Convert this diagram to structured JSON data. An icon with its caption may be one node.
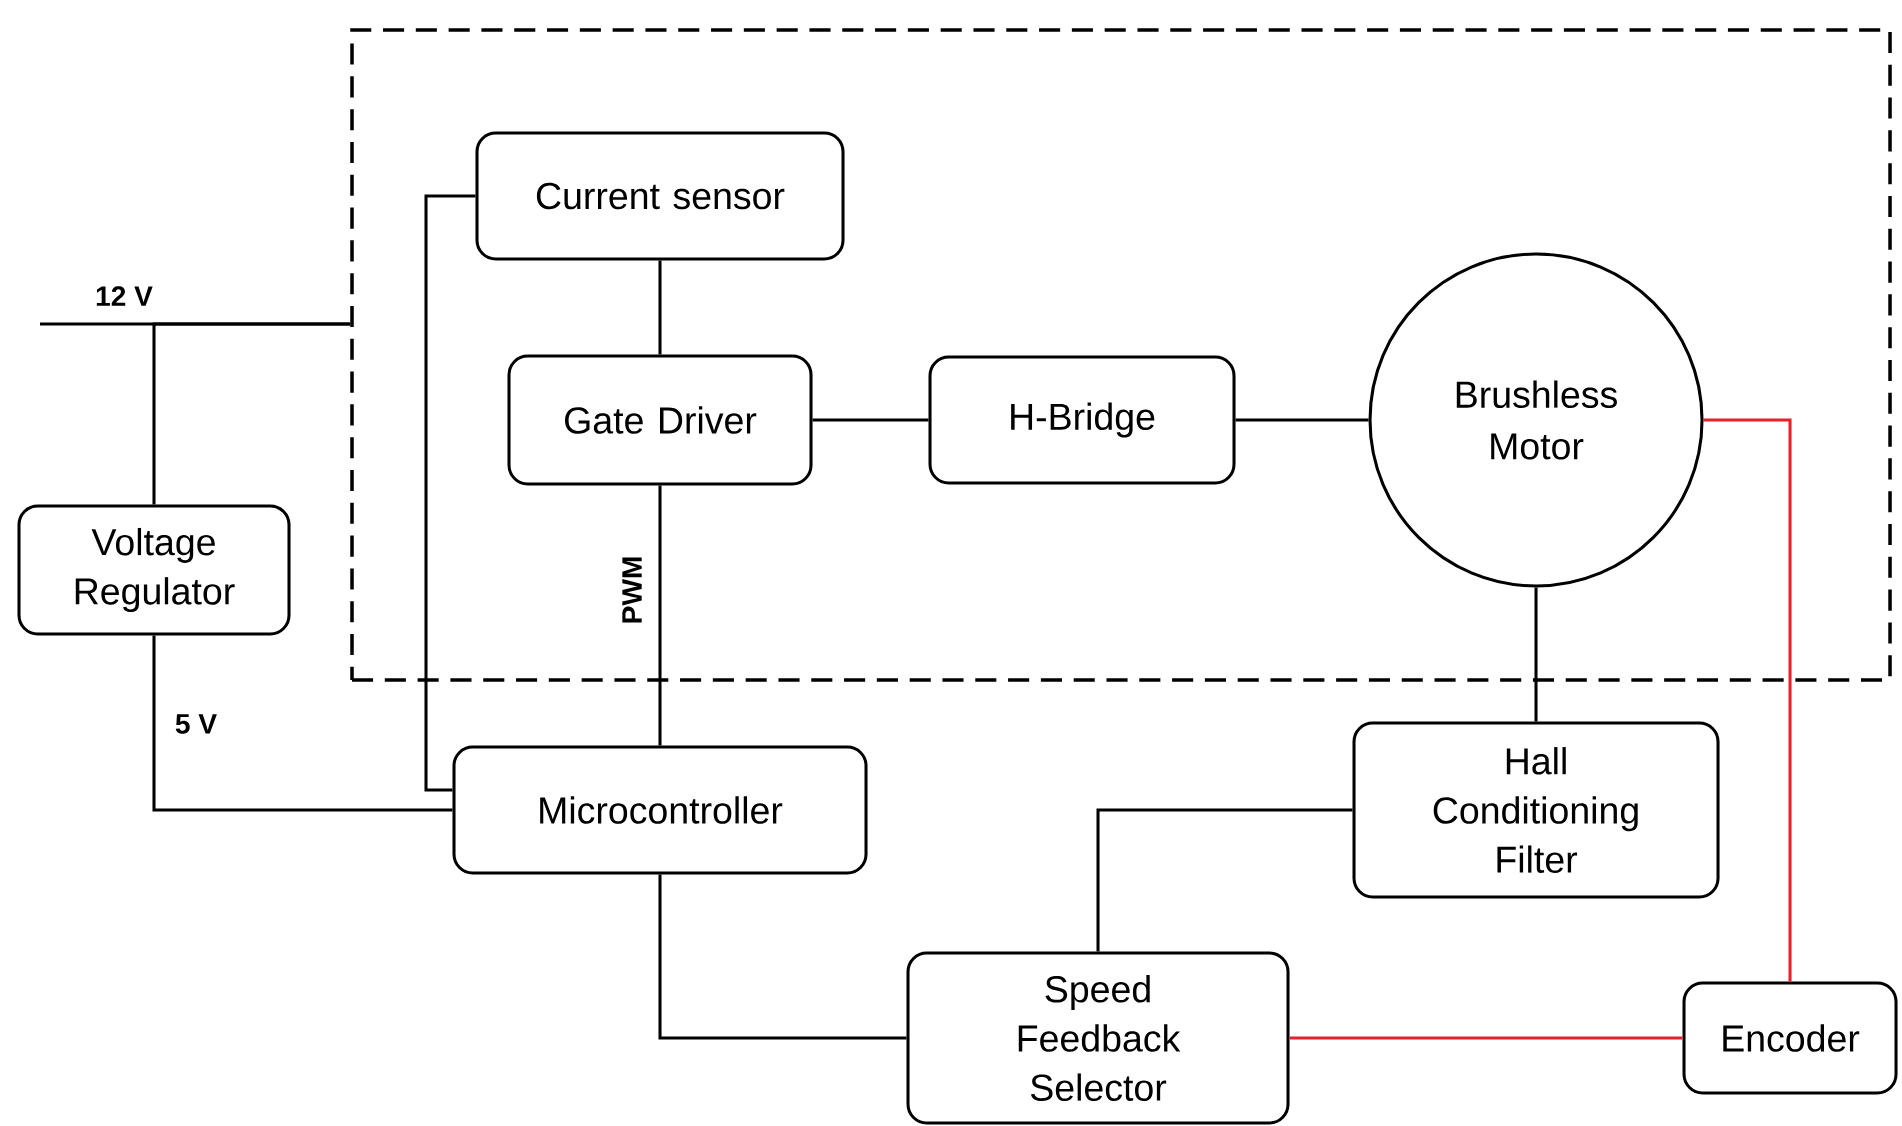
{
  "diagram": {
    "nodes": [
      {
        "text": [],
        "shape": "box"
      },
      {
        "text": [
          "Current sensor"
        ],
        "in": 0
      },
      {
        "text": [
          "Gate Driver"
        ],
        "in": 0
      },
      {
        "text": [
          "H-Bridge"
        ],
        "in": 0
      },
      {
        "text": [
          "Brushless Motor"
        ],
        "in": 0
      },
      {
        "text": [
          "Voltage Regulator"
        ]
      },
      {
        "text": [
          "Microcontroller"
        ]
      },
      {
        "text": [
          "Hall Conditioning Filter"
        ]
      },
      {
        "text": [
          "Speed Feedback Selector"
        ]
      },
      {
        "text": [
          "Encoder"
        ]
      }
    ],
    "edges": [
      {
        "from": null,
        "to": 0,
        "arrow": "none",
        "label": "12 V"
      },
      {
        "from": 5,
        "to": 0,
        "arrow": "none"
      },
      {
        "from": 5,
        "to": 6,
        "arrow": "none",
        "label": "5 V"
      },
      {
        "from": 1,
        "to": 6,
        "arrow": "none"
      },
      {
        "from": 1,
        "to": 2,
        "arrow": "none"
      },
      {
        "from": 2,
        "to": 3,
        "arrow": "none"
      },
      {
        "from": 3,
        "to": 4,
        "arrow": "none"
      },
      {
        "from": 2,
        "to": 6,
        "arrow": "none",
        "label": "PWM"
      },
      {
        "from": 4,
        "to": 7,
        "arrow": "none"
      },
      {
        "from": 7,
        "to": 8,
        "arrow": "none"
      },
      {
        "from": 6,
        "to": 8,
        "arrow": "none"
      },
      {
        "from": 4,
        "to": 9,
        "arrow": "none",
        "color": "#e8202a"
      },
      {
        "from": 8,
        "to": 9,
        "arrow": "none",
        "color": "#e8202a"
      }
    ]
  }
}
